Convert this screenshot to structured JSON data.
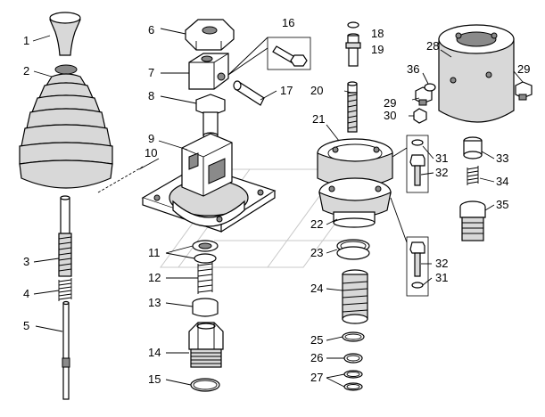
{
  "labels": {
    "l1": "1",
    "l2": "2",
    "l3": "3",
    "l4": "4",
    "l5": "5",
    "l6": "6",
    "l7": "7",
    "l8": "8",
    "l9": "9",
    "l10": "10",
    "l11": "11",
    "l12": "12",
    "l13": "13",
    "l14": "14",
    "l15": "15",
    "l16": "16",
    "l17": "17",
    "l18": "18",
    "l19": "19",
    "l20": "20",
    "l21": "21",
    "l22": "22",
    "l23": "23",
    "l24": "24",
    "l25": "25",
    "l26": "26",
    "l27": "27",
    "l28": "28",
    "l29a": "29",
    "l29b": "29",
    "l30": "30",
    "l31a": "31",
    "l32a": "32",
    "l32b": "32",
    "l31b": "31",
    "l33": "33",
    "l34": "34",
    "l35": "35",
    "l36": "36"
  }
}
